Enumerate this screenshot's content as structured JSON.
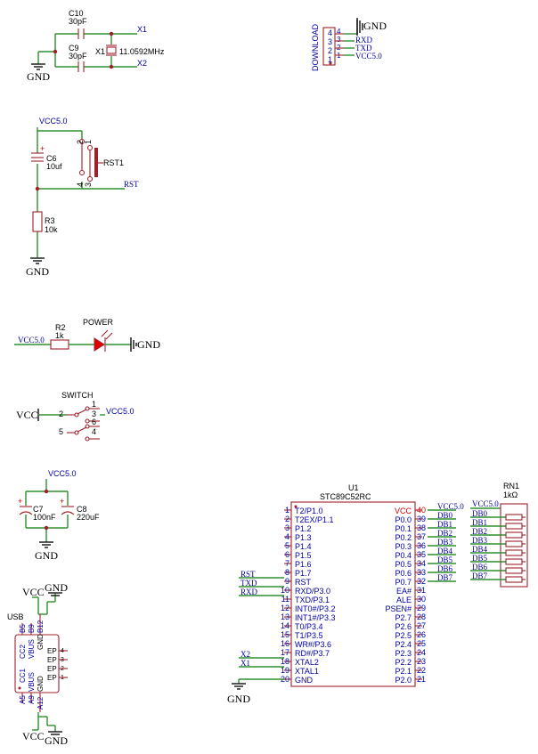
{
  "colors": {
    "wire": "#2f8f2f",
    "part": "#a0202a",
    "net_label": "#0000aa",
    "text": "#000000",
    "power_pin": "#d00000"
  },
  "crystal": {
    "c10_ref": "C10",
    "c10_val": "30pF",
    "c9_ref": "C9",
    "c9_val": "30pF",
    "x1_ref": "X1",
    "x1_val": "11.0592MHz",
    "net_x1": "X1",
    "net_x2": "X2",
    "gnd": "GND"
  },
  "download": {
    "title": "DOWNLOAD",
    "pins": [
      "4",
      "3",
      "2",
      "1"
    ],
    "gnd": "GND",
    "rxd": "RXD",
    "txd": "TXD",
    "vcc": "VCC5.0"
  },
  "reset": {
    "vcc": "VCC5.0",
    "c6_ref": "C6",
    "c6_val": "10uf",
    "plus": "+",
    "sw_ref": "RST1",
    "sw_pins": [
      "2",
      "1",
      "4",
      "3"
    ],
    "net_rst": "RST",
    "r3_ref": "R3",
    "r3_val": "10k",
    "gnd": "GND"
  },
  "power_led": {
    "vcc": "VCC5.0",
    "r2_ref": "R2",
    "r2_val": "1k",
    "title": "POWER",
    "gnd": "GND"
  },
  "switch": {
    "title": "SWITCH",
    "vcc_left": "VCC",
    "vcc_right": "VCC5.0",
    "pins_left": [
      "2",
      "5"
    ],
    "pins_right": [
      "1",
      "3",
      "6",
      "4"
    ]
  },
  "filter": {
    "vcc": "VCC5.0",
    "c7_ref": "C7",
    "c7_val": "100nF",
    "c8_ref": "C8",
    "c8_val": "220uF",
    "plus": "+",
    "gnd": "GND"
  },
  "usb": {
    "title": "USB",
    "top_pins": [
      "CC2",
      "VBUS",
      "GND"
    ],
    "top_nums": [
      "B5",
      "B9",
      "B12"
    ],
    "bottom_pins": [
      "CC1",
      "VBUS",
      "GND"
    ],
    "bottom_nums": [
      "A5",
      "A9",
      "A12"
    ],
    "ep": [
      "EP",
      "EP",
      "EP",
      "EP"
    ],
    "ep_nums": [
      "4",
      "3",
      "2",
      "1"
    ],
    "vcc": "VCC",
    "gnd": "GND"
  },
  "mcu": {
    "ref": "U1",
    "part": "STC89C52RC",
    "left_nums": [
      "1",
      "2",
      "3",
      "4",
      "5",
      "6",
      "7",
      "8",
      "9",
      "10",
      "11",
      "12",
      "13",
      "14",
      "15",
      "16",
      "17",
      "18",
      "19",
      "20"
    ],
    "left_pins": [
      "T2/P1.0",
      "T2EX/P1.1",
      "P1.2",
      "P1.3",
      "P1.4",
      "P1.5",
      "P1.6",
      "P1.7",
      "RST",
      "RXD/P3.0",
      "TXD/P3.1",
      "INT0#/P3.2",
      "INT1#/P3.3",
      "T0/P3.4",
      "T1/P3.5",
      "WR#/P3.6",
      "RD#/P3.7",
      "XTAL2",
      "XTAL1",
      "GND"
    ],
    "right_nums": [
      "40",
      "39",
      "38",
      "37",
      "36",
      "35",
      "34",
      "33",
      "32",
      "31",
      "30",
      "29",
      "28",
      "27",
      "26",
      "25",
      "24",
      "23",
      "22",
      "21"
    ],
    "right_pins": [
      "VCC",
      "P0.0",
      "P0.1",
      "P0.2",
      "P0.3",
      "P0.4",
      "P0.5",
      "P0.6",
      "P0.7",
      "EA#",
      "ALE",
      "PSEN#",
      "P2.7",
      "P2.6",
      "P2.5",
      "P2.4",
      "P2.3",
      "P2.2",
      "P2.1",
      "P2.0"
    ],
    "left_nets": {
      "rst": "RST",
      "txd": "TXD",
      "rxd": "RXD",
      "x2": "X2",
      "x1": "X1"
    },
    "right_nets": [
      "VCC5.0",
      "DB0",
      "DB1",
      "DB2",
      "DB3",
      "DB4",
      "DB5",
      "DB6",
      "DB7"
    ],
    "gnd": "GND"
  },
  "rnet": {
    "ref": "RN1",
    "val": "1kΩ",
    "vcc": "VCC5.0",
    "nets": [
      "DB0",
      "DB1",
      "DB2",
      "DB3",
      "DB4",
      "DB5",
      "DB6",
      "DB7"
    ]
  }
}
